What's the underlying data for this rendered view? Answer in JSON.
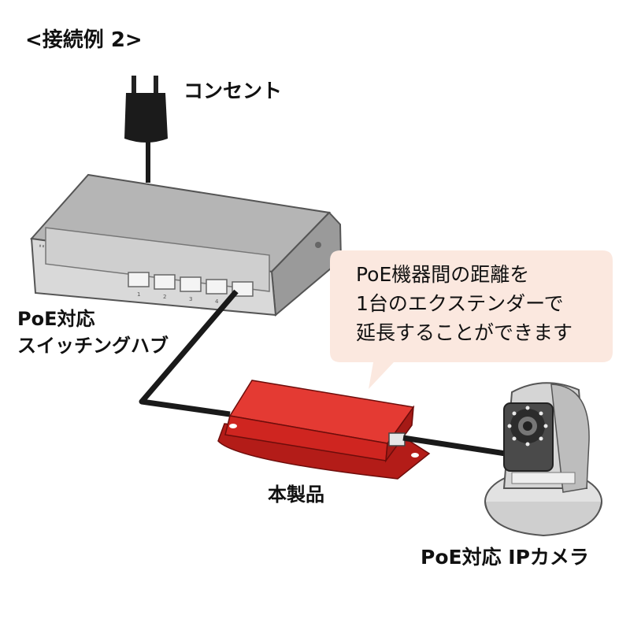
{
  "title": "<接続例 2>",
  "outlet": {
    "label": "コンセント"
  },
  "hub": {
    "label_line1": "PoE対応",
    "label_line2": "スイッチングハブ",
    "port_numbers": [
      "1",
      "2",
      "3",
      "4"
    ]
  },
  "callout": {
    "line1": "PoE機器間の距離を",
    "line2": "1台のエクステンダーで",
    "line3": "延長することができます"
  },
  "product": {
    "label": "本製品"
  },
  "camera": {
    "label": "PoE対応 IPカメラ"
  },
  "colors": {
    "extender_red": "#d7231e",
    "callout_bg": "#fbe8df",
    "cable": "#1a1a1a",
    "hub_body": "#c8c8c8"
  }
}
